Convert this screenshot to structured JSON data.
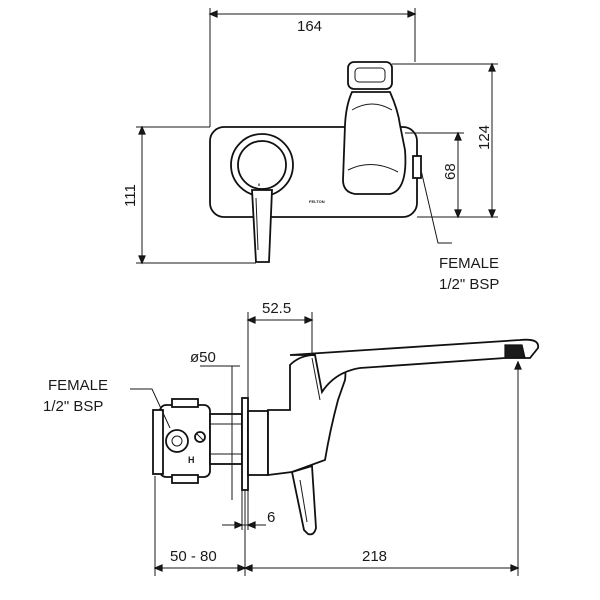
{
  "front_view": {
    "dims": {
      "width": "164",
      "height_spout": "124",
      "height_outlet": "68",
      "height_plate": "111"
    },
    "brand": "FELTON",
    "inlet_note": {
      "line1": "FEMALE",
      "line2": "1/2\" BSP"
    },
    "handle_marks": "II"
  },
  "side_view": {
    "dims": {
      "projection": "52.5",
      "diameter": "ø50",
      "flange": "6",
      "wall_range": "50 - 80",
      "spout_reach": "218"
    },
    "inlet_note": {
      "line1": "FEMALE",
      "line2": "1/2\" BSP"
    },
    "hot_mark": "H"
  }
}
